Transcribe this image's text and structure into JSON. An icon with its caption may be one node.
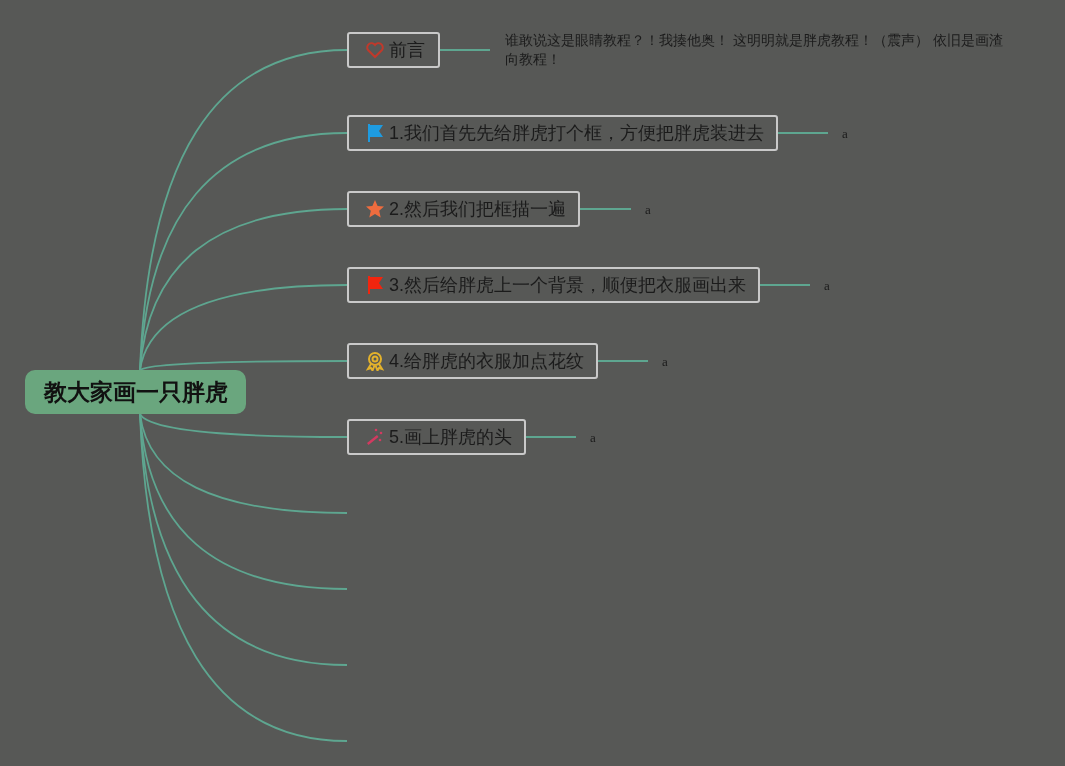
{
  "diagram": {
    "nodes": [
      {
        "text": [
          "教大家画一只胖虎"
        ]
      },
      {
        "text": [
          "前言"
        ]
      },
      {
        "text": [
          "1.我们首先先给胖虎打个框，方便把胖虎装进去"
        ]
      },
      {
        "text": [
          "2.然后我们把框描一遍"
        ]
      },
      {
        "text": [
          "3.然后给胖虎上一个背景，顺便把衣服画出来"
        ]
      },
      {
        "text": [
          "4.给胖虎的衣服加点花纹"
        ]
      },
      {
        "text": [
          "5.画上胖虎的头"
        ]
      },
      {
        "text": [
          "谁敢说这是眼睛教程？！我揍他奥！ 这明明就是胖虎教程！（震声） 依旧是画渣向教程！"
        ]
      },
      {
        "text": [
          "a"
        ]
      },
      {
        "text": [
          "a"
        ]
      },
      {
        "text": [
          "a"
        ]
      },
      {
        "text": [
          "a"
        ]
      },
      {
        "text": [
          "a"
        ]
      }
    ],
    "edges": [
      {
        "from": 0,
        "to": 1,
        "arrow": "none"
      },
      {
        "from": 0,
        "to": 2,
        "arrow": "none"
      },
      {
        "from": 0,
        "to": 3,
        "arrow": "none"
      },
      {
        "from": 0,
        "to": 4,
        "arrow": "none"
      },
      {
        "from": 0,
        "to": 5,
        "arrow": "none"
      },
      {
        "from": 0,
        "to": 6,
        "arrow": "none"
      },
      {
        "from": 0,
        "to": null,
        "arrow": "none"
      },
      {
        "from": 0,
        "to": null,
        "arrow": "none"
      },
      {
        "from": 0,
        "to": null,
        "arrow": "none"
      },
      {
        "from": 0,
        "to": null,
        "arrow": "none"
      },
      {
        "from": 1,
        "to": 7,
        "arrow": "none"
      },
      {
        "from": 2,
        "to": 8,
        "arrow": "none"
      },
      {
        "from": 3,
        "to": 9,
        "arrow": "none"
      },
      {
        "from": 4,
        "to": 10,
        "arrow": "none"
      },
      {
        "from": 5,
        "to": 11,
        "arrow": "none"
      },
      {
        "from": 6,
        "to": 12,
        "arrow": "none"
      }
    ]
  }
}
